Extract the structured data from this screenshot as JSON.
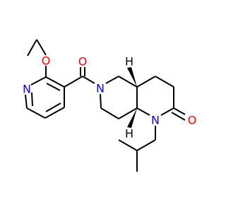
{
  "molecule": {
    "atoms": {
      "n_pyridine": {
        "symbol": "N"
      },
      "o_ether": {
        "symbol": "O"
      },
      "o_carbonyl_amide": {
        "symbol": "O"
      },
      "n_piperidine": {
        "symbol": "N"
      },
      "n_lactam": {
        "symbol": "N"
      },
      "o_lactam": {
        "symbol": "O"
      },
      "h_top": {
        "symbol": "H"
      },
      "h_bottom": {
        "symbol": "H"
      }
    }
  },
  "colors": {
    "nitrogen": "#0000ff",
    "oxygen": "#ff0000",
    "bond": "#000000",
    "hydrogen": "#000000"
  }
}
